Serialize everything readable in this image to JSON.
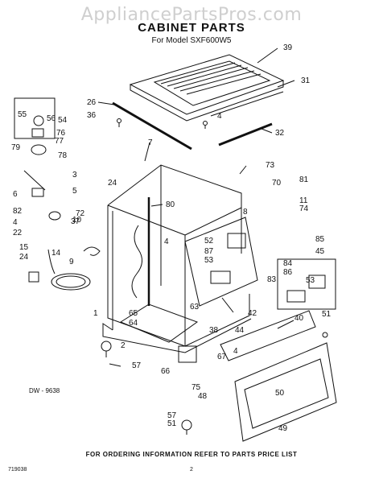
{
  "header": {
    "watermark": "AppliancePartsPros.com",
    "title": "CABINET PARTS",
    "subtitle": "For Model SXF600W5"
  },
  "diagram_ref": "DW - 9638",
  "footer": {
    "note": "FOR ORDERING INFORMATION REFER TO PARTS PRICE LIST",
    "doc_code": "719038",
    "page_number": "2"
  },
  "callouts": [
    "39",
    "31",
    "26",
    "36",
    "4",
    "32",
    "55",
    "56",
    "54",
    "76",
    "77",
    "78",
    "79",
    "7",
    "73",
    "3",
    "24",
    "70",
    "81",
    "5",
    "6",
    "11",
    "80",
    "74",
    "82",
    "72",
    "8",
    "4",
    "37",
    "10",
    "22",
    "4",
    "85",
    "15",
    "52",
    "87",
    "45",
    "24",
    "9",
    "53",
    "84",
    "86",
    "14",
    "53",
    "83",
    "1",
    "65",
    "63",
    "42",
    "64",
    "2",
    "38",
    "44",
    "40",
    "51",
    "57",
    "66",
    "67",
    "4",
    "75",
    "48",
    "50",
    "57",
    "51",
    "49"
  ],
  "colors": {
    "ink": "#111111",
    "watermark": "#cfcfcf",
    "paper": "#ffffff"
  }
}
